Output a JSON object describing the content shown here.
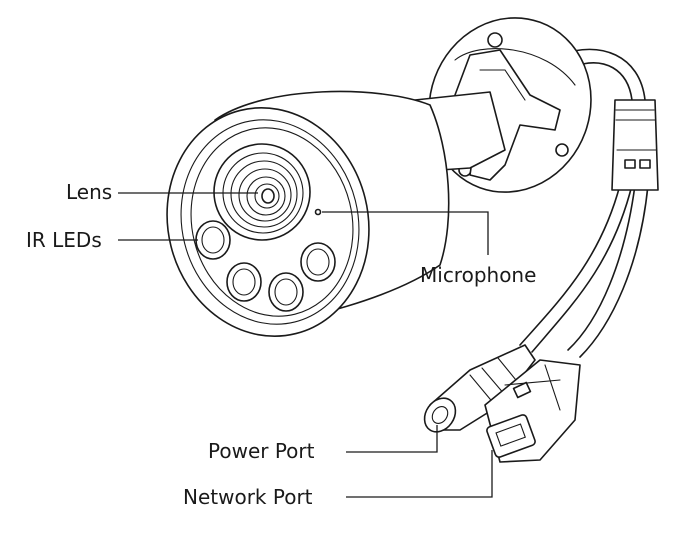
{
  "labels": {
    "lens": "Lens",
    "ir_leds": "IR LEDs",
    "microphone": "Microphone",
    "power_port": "Power Port",
    "network_port": "Network Port"
  }
}
